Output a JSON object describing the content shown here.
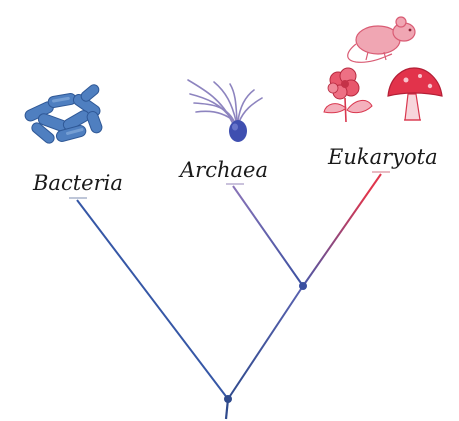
{
  "diagram": {
    "type": "phylogenetic-tree",
    "root_color": "#2f4a8c",
    "domains": [
      {
        "id": "bacteria",
        "label": "Bacteria",
        "color": "#3a5ba8",
        "icon": "rod-bacteria-icon"
      },
      {
        "id": "archaea",
        "label": "Archaea",
        "color": "#7a6bb3",
        "icon": "flagellated-archaea-icon"
      },
      {
        "id": "eukaryota",
        "label": "Eukaryota",
        "color": "#d8384f",
        "icon": "rat-flower-mushroom-icon"
      }
    ]
  }
}
